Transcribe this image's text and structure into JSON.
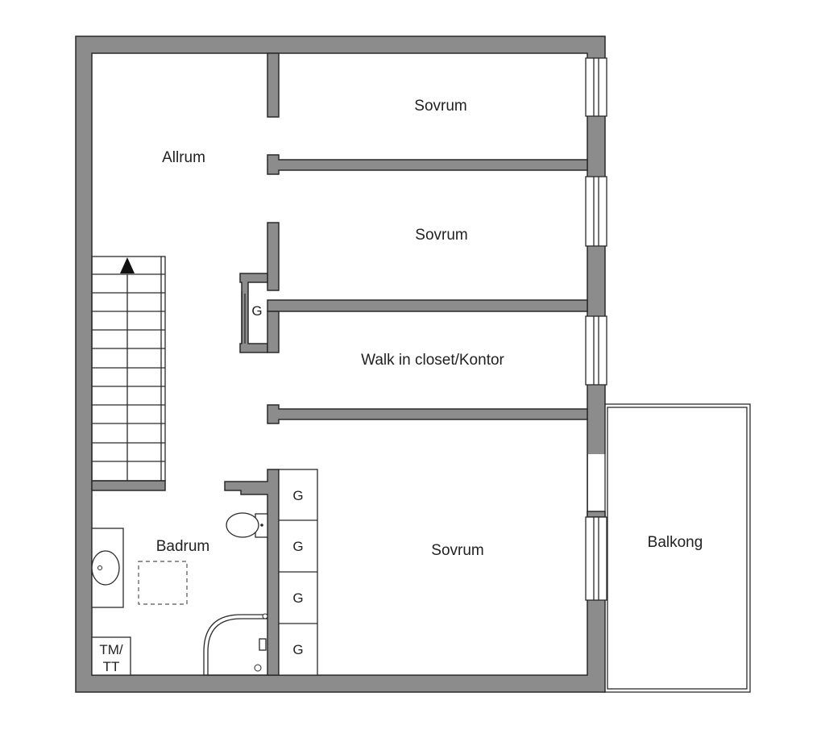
{
  "rooms": {
    "allrum": "Allrum",
    "sovrum_1": "Sovrum",
    "sovrum_2": "Sovrum",
    "walk_in": "Walk in closet/Kontor",
    "sovrum_3": "Sovrum",
    "badrum": "Badrum",
    "balkong": "Balkong"
  },
  "fixtures": {
    "wardrobe": "G",
    "tm_tt_line1": "TM/",
    "tm_tt_line2": "TT"
  }
}
